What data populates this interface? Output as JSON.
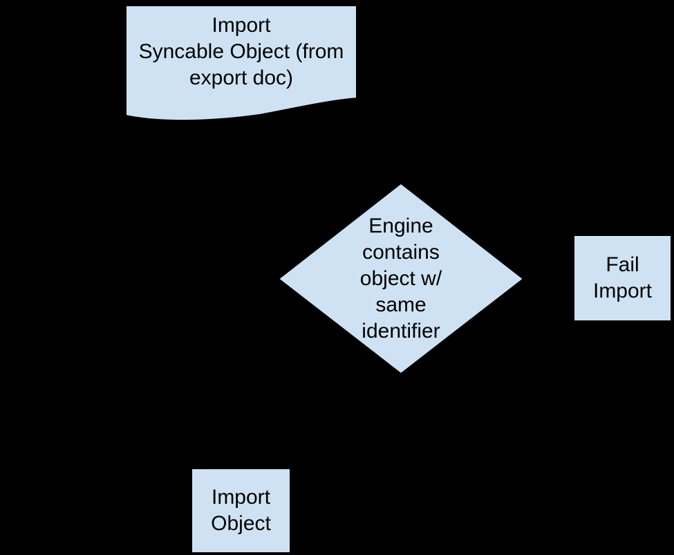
{
  "page": {
    "background": "#000000"
  },
  "palette": {
    "node_fill": "#cfe2f3",
    "node_border": "#000000",
    "text_color": "#000000"
  },
  "flowchart": {
    "nodes": [
      {
        "id": "import-syncable-object",
        "shape": "document",
        "label": "Import\nSyncable Object (from\nexport doc)"
      },
      {
        "id": "engine-contains-decision",
        "shape": "decision-diamond",
        "label": "Engine\ncontains\nobject w/\nsame\nidentifier"
      },
      {
        "id": "fail-import",
        "shape": "rectangle",
        "label": "Fail\nImport"
      },
      {
        "id": "import-object",
        "shape": "rectangle",
        "label": "Import\nObject"
      }
    ]
  }
}
